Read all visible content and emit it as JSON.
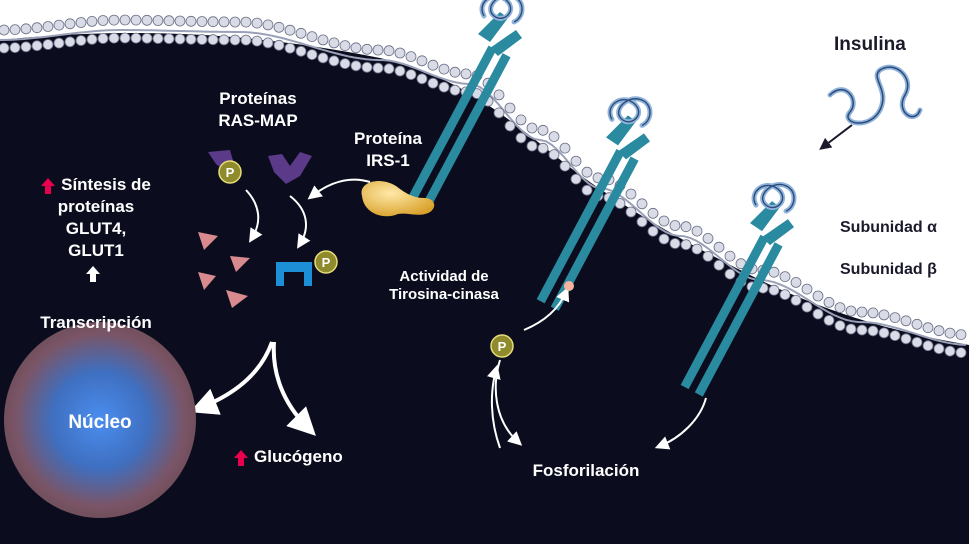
{
  "labels": {
    "insulina": "Insulina",
    "subunidad_alfa": "Subunidad α",
    "subunidad_beta": "Subunidad β",
    "proteinas_ras_map": [
      "Proteínas",
      "RAS-MAP"
    ],
    "proteina_irs1": [
      "Proteína",
      "IRS-1"
    ],
    "sintesis": [
      "Síntesis de",
      "proteínas",
      "GLUT4,",
      "GLUT1"
    ],
    "transcripcion": "Transcripción",
    "nucleo": "Núcleo",
    "glucogeno": "Glucógeno",
    "actividad": [
      "Actividad de",
      "Tirosina-cinasa"
    ],
    "fosforilacion": "Fosforilación",
    "phosphate": "P"
  },
  "colors": {
    "cytoplasm": "#0b0d1e",
    "membrane_bead": "#d9dbe6",
    "receptor": "#2a8aa0",
    "insulin": "#8fb4dc",
    "irs1": "#e6b53c",
    "phosphate": "#8f8a2c",
    "ras_map": "#5b3a8a",
    "triangles": "#d88a8e",
    "nucleus_center": "#3f7fd6",
    "nucleus_edge": "#7a5060",
    "up_arrow": "#e8004f"
  }
}
